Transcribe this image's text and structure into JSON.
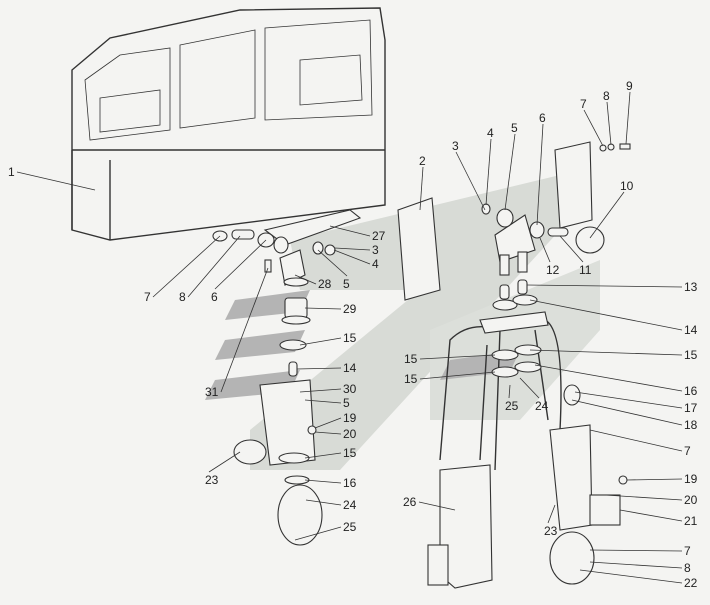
{
  "diagram": {
    "type": "exploded-parts-drawing",
    "callouts": [
      "1",
      "7",
      "8",
      "6",
      "27",
      "3",
      "4",
      "5",
      "28",
      "29",
      "15",
      "14",
      "31",
      "30",
      "5",
      "19",
      "20",
      "15",
      "16",
      "24",
      "25",
      "23",
      "2",
      "3",
      "4",
      "5",
      "6",
      "7",
      "8",
      "9",
      "10",
      "12",
      "11",
      "13",
      "14",
      "15",
      "15",
      "15",
      "16",
      "17",
      "18",
      "7",
      "25",
      "24",
      "19",
      "20",
      "21",
      "26",
      "23",
      "7",
      "8",
      "22"
    ],
    "colors": {
      "line": "#333333",
      "background": "#f4f4f2",
      "watermark_light": "#d8dbd6",
      "watermark_dark": "#b4b4b4"
    }
  }
}
